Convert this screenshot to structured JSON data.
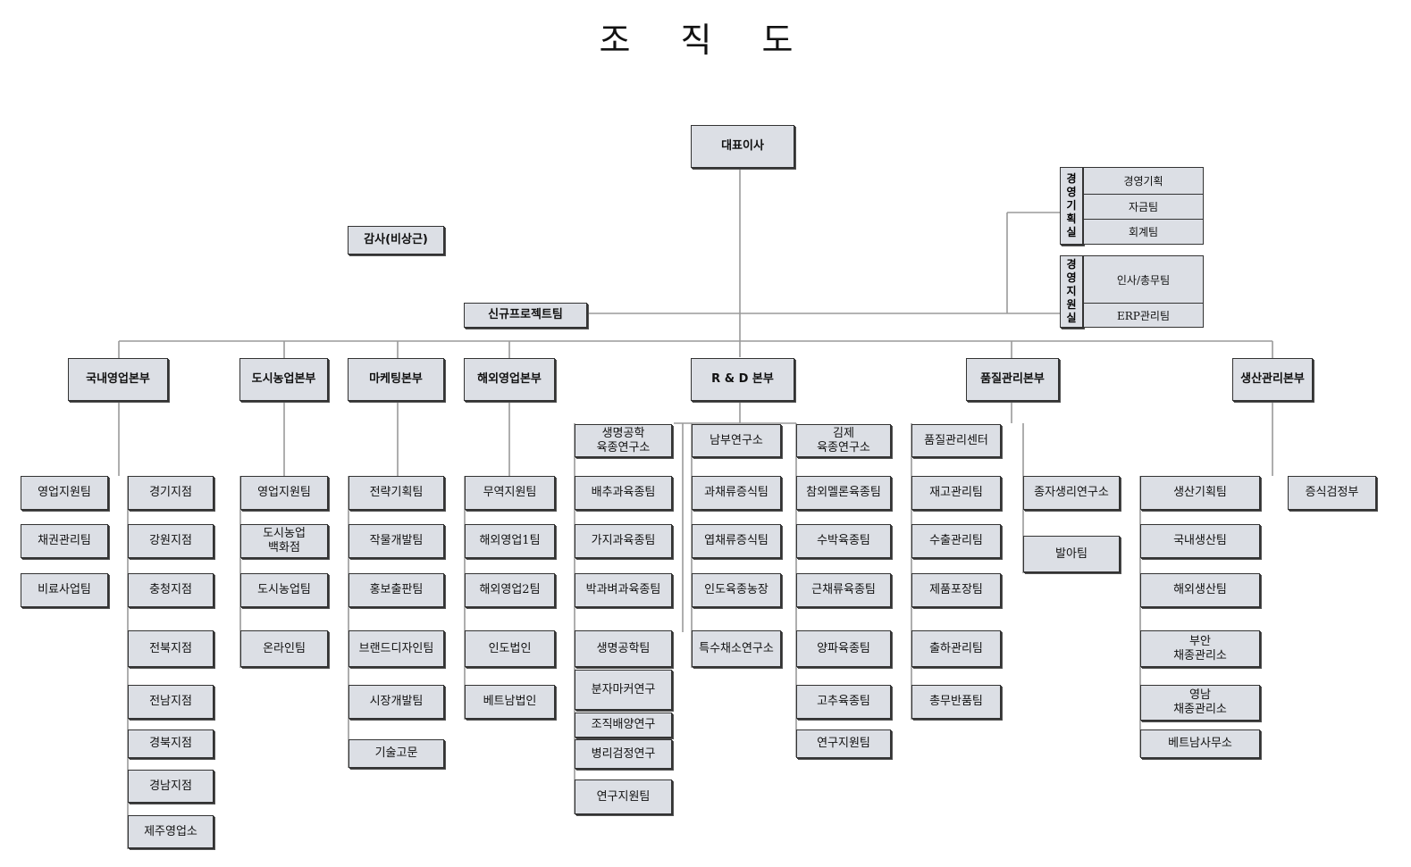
{
  "title": "조 직 도",
  "nodes": {
    "ceo": "대표이사",
    "audit": "감사(비상근)",
    "new_project": "신규프로젝트팀",
    "mgmt_planning": {
      "label": "경\n영\n기\n획\n실",
      "teams": [
        "경영기획",
        "자금팀",
        "회계팀"
      ]
    },
    "mgmt_support": {
      "label": "경\n영\n지\n원\n실",
      "teams": [
        "인사/총무팀",
        "ERP관리팀"
      ]
    },
    "divisions": {
      "domestic_sales": "국내영업본부",
      "urban_agri": "도시농업본부",
      "marketing": "마케팅본부",
      "overseas_sales": "해외영업본부",
      "rnd": "R & D 본부",
      "quality": "품질관리본부",
      "production": "생산관리본부"
    },
    "domestic_sales": {
      "left": [
        "영업지원팀",
        "채권관리팀",
        "비료사업팀"
      ],
      "right": [
        "경기지점",
        "강원지점",
        "충청지점",
        "전북지점",
        "전남지점",
        "경북지점",
        "경남지점",
        "제주영업소"
      ]
    },
    "urban_agri": [
      "영업지원팀",
      "도시농업\n백화점",
      "도시농업팀",
      "온라인팀"
    ],
    "marketing": [
      "전략기획팀",
      "작물개발팀",
      "홍보출판팀",
      "브랜드디자인팀",
      "시장개발팀",
      "기술고문"
    ],
    "overseas_sales": [
      "무역지원팀",
      "해외영업1팀",
      "해외영업2팀",
      "인도법인",
      "베트남법인"
    ],
    "rnd": {
      "col1": [
        "생명공학\n육종연구소",
        "배추과육종팀",
        "가지과육종팀",
        "박과벼과육종팀",
        "생명공학팀",
        "분자마커연구",
        "조직배양연구",
        "병리검정연구",
        "연구지원팀"
      ],
      "col2": [
        "남부연구소",
        "과채류증식팀",
        "엽채류증식팀",
        "인도육종농장",
        "특수채소연구소"
      ],
      "col3": [
        "김제\n육종연구소",
        "참외멜론육종팀",
        "수박육종팀",
        "근채류육종팀",
        "양파육종팀",
        "고추육종팀",
        "연구지원팀"
      ]
    },
    "quality": {
      "col1": [
        "품질관리센터",
        "재고관리팀",
        "수출관리팀",
        "제품포장팀",
        "출하관리팀",
        "총무반품팀"
      ],
      "col2": [
        "종자생리연구소",
        "발아팀"
      ]
    },
    "production": {
      "col1": [
        "생산기획팀",
        "국내생산팀",
        "해외생산팀",
        "부안\n채종관리소",
        "영남\n채종관리소",
        "베트남사무소"
      ],
      "col2": [
        "증식검정부"
      ]
    }
  }
}
